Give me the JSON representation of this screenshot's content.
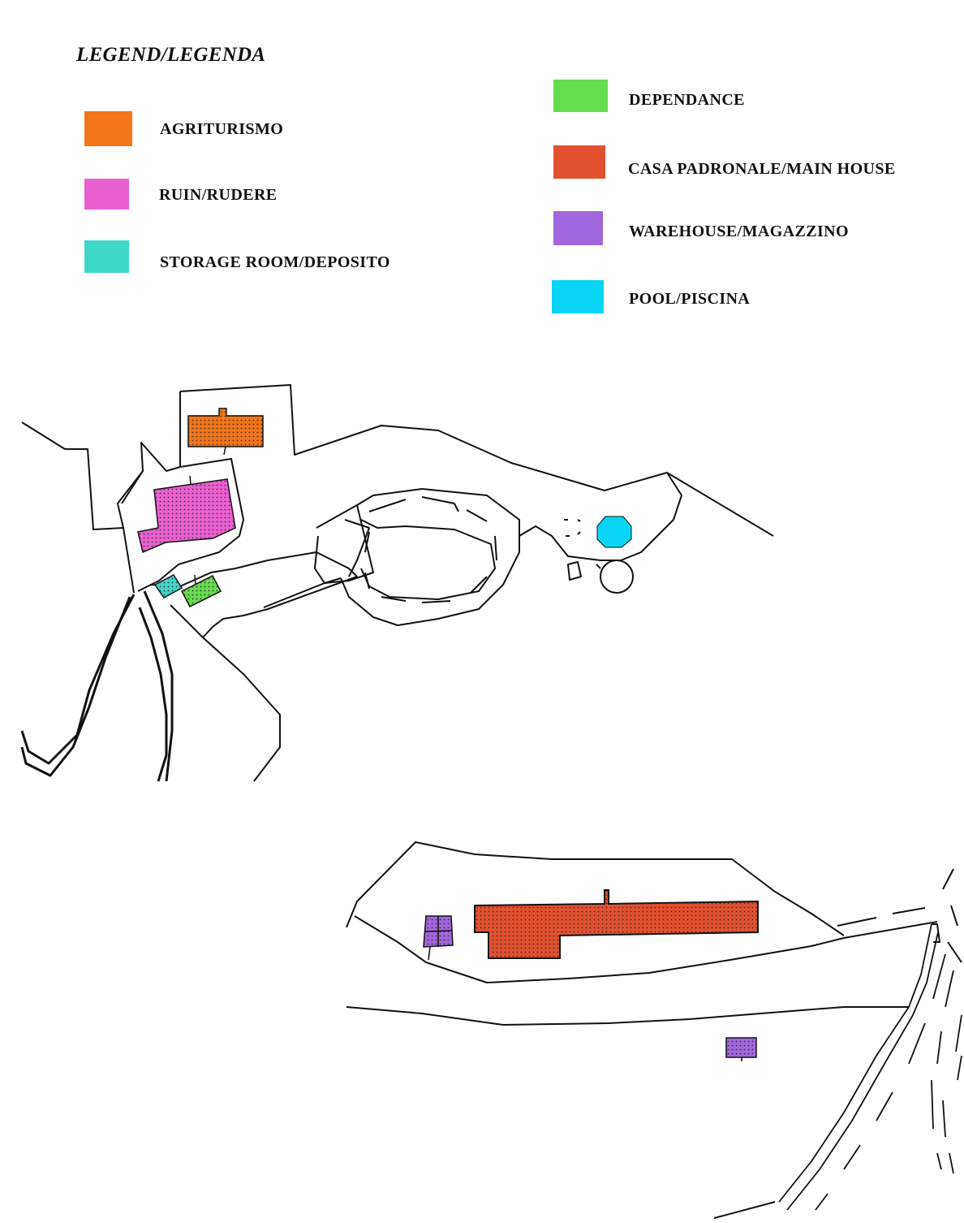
{
  "legend": {
    "title": "LEGEND/LEGENDA",
    "items": [
      {
        "key": "agriturismo",
        "label": "AGRITURISMO",
        "color": "#f47418"
      },
      {
        "key": "ruin",
        "label": "RUIN/RUDERE",
        "color": "#e960d1"
      },
      {
        "key": "storage",
        "label": "STORAGE ROOM/DEPOSITO",
        "color": "#3ed8c8"
      },
      {
        "key": "dependance",
        "label": "DEPENDANCE",
        "color": "#66dc4f"
      },
      {
        "key": "main_house",
        "label": "CASA PADRONALE/MAIN HOUSE",
        "color": "#e2512f"
      },
      {
        "key": "warehouse",
        "label": "WAREHOUSE/MAGAZZINO",
        "color": "#a167dd"
      },
      {
        "key": "pool",
        "label": "POOL/PISCINA",
        "color": "#08d5f3"
      }
    ]
  }
}
